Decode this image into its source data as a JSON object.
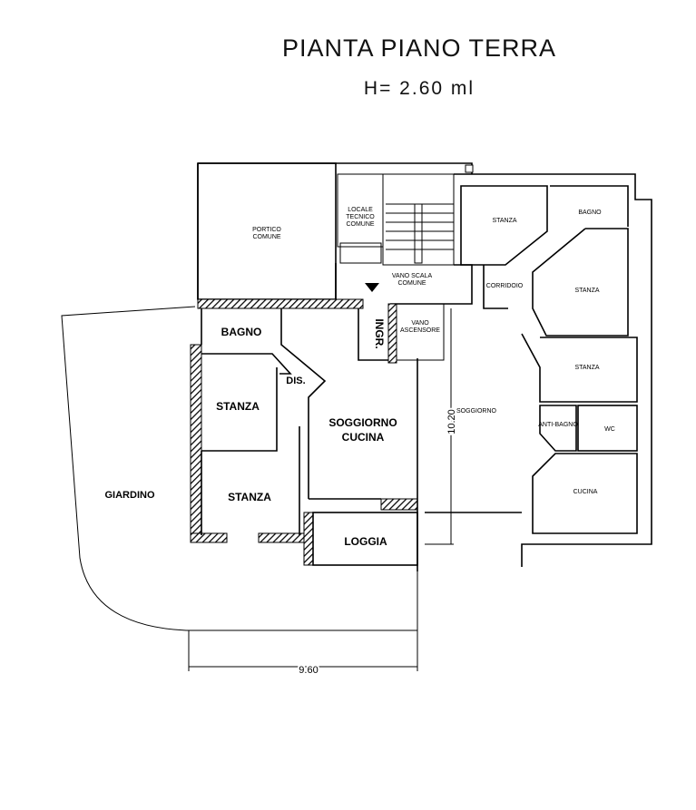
{
  "title": "PIANTA PIANO TERRA",
  "height_note": "H= 2.60 ml",
  "rooms": {
    "bagno": "BAGNO",
    "dis": "DIS.",
    "stanza1": "STANZA",
    "stanza2": "STANZA",
    "soggiorno1": "SOGGIORNO",
    "soggiorno2": "CUCINA",
    "loggia": "LOGGIA",
    "ingr": "INGR.",
    "giardino": "GIARDINO"
  },
  "common": {
    "portico1": "PORTICO",
    "portico2": "COMUNE",
    "locale1": "LOCALE",
    "locale2": "TECNICO",
    "locale3": "COMUNE",
    "scala1": "VANO SCALA",
    "scala2": "COMUNE",
    "asc1": "VANO",
    "asc2": "ASCENSORE"
  },
  "neighbor": {
    "stanza_a": "STANZA",
    "bagno": "BAGNO",
    "corridoio": "CORRIDOIO",
    "stanza_b": "STANZA",
    "stanza_c": "STANZA",
    "antibagno": "ANTI-BAGNO",
    "wc": "WC",
    "cucina": "CUCINA",
    "soggiorno": "SOGGIORNO"
  },
  "dimensions": {
    "width": "9.60",
    "depth": "10.20"
  }
}
